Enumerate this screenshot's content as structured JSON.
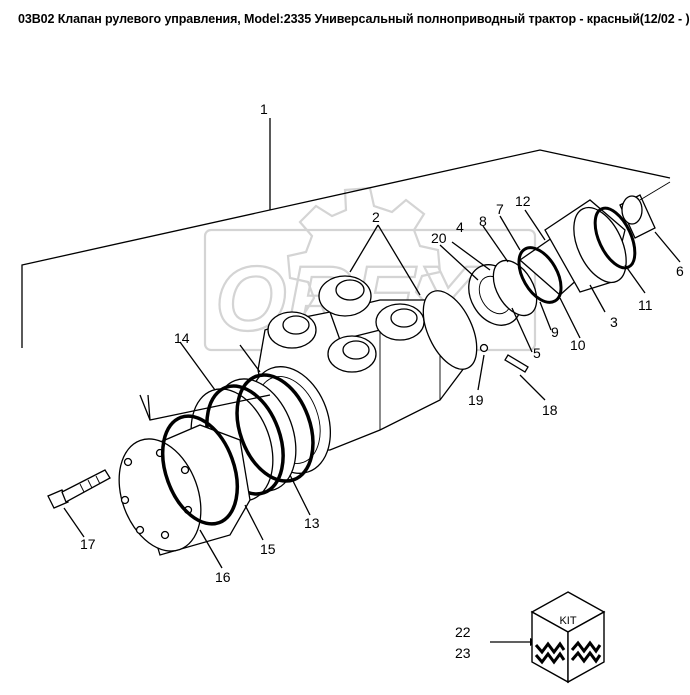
{
  "title": "03B02 Клапан рулевого управления, Model:2335 Универсальный полноприводный трактор - красный(12/02 - )",
  "callouts": [
    "1",
    "2",
    "3",
    "4",
    "5",
    "6",
    "7",
    "8",
    "9",
    "10",
    "11",
    "12",
    "13",
    "14",
    "15",
    "16",
    "17",
    "18",
    "19",
    "20",
    "22",
    "23"
  ],
  "kit_label": "KIT",
  "watermark_text": "OREX"
}
